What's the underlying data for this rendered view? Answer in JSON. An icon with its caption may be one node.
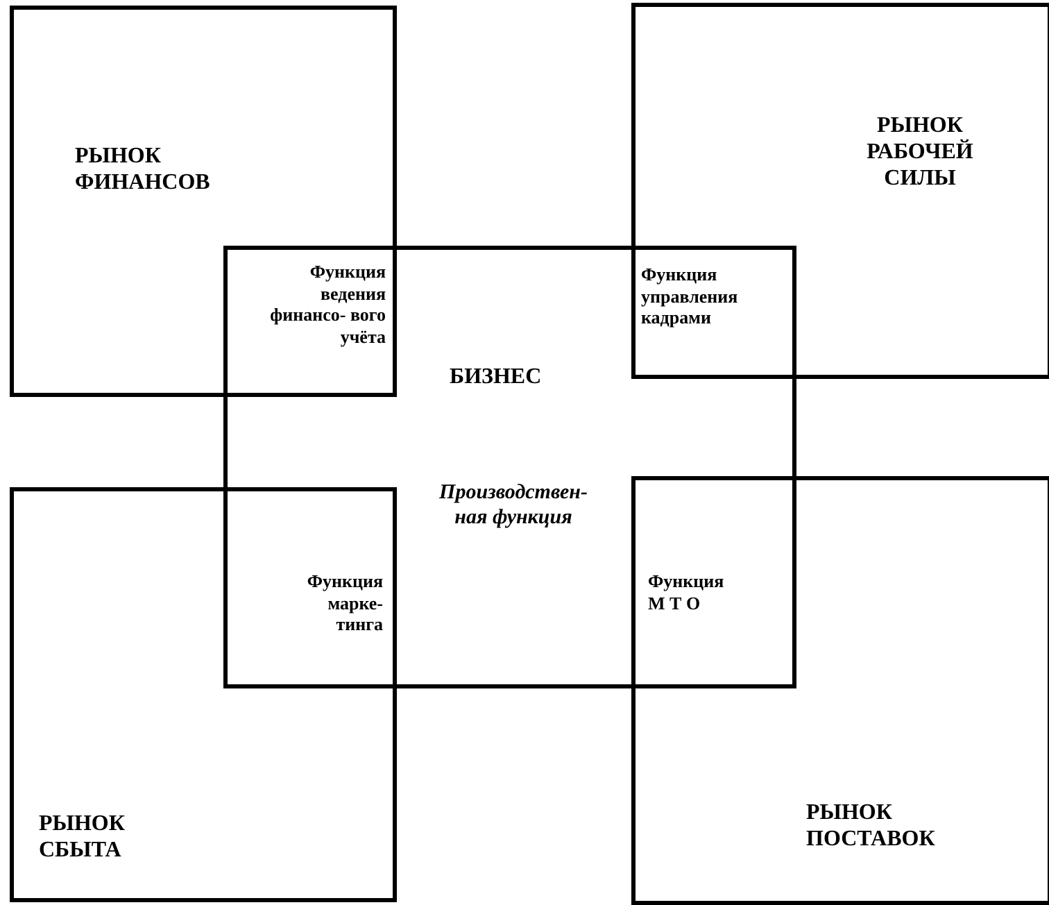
{
  "diagram": {
    "nodes": [
      {
        "text": [
          "РЫНОК ФИНАНСОВ"
        ]
      },
      {
        "text": [
          "РЫНОК РАБОЧЕЙ СИЛЫ"
        ]
      },
      {
        "text": [
          "БИЗНЕС",
          "Производствен- ная функция"
        ]
      },
      {
        "text": [
          "РЫНОК СБЫТА"
        ]
      },
      {
        "text": [
          "РЫНОК ПОСТАВОК"
        ]
      }
    ],
    "labels": [
      "Функция ведения финансо- вого учёта",
      "Функция управления кадрами",
      "Функция марке- тинга",
      "Функция М Т О"
    ]
  }
}
